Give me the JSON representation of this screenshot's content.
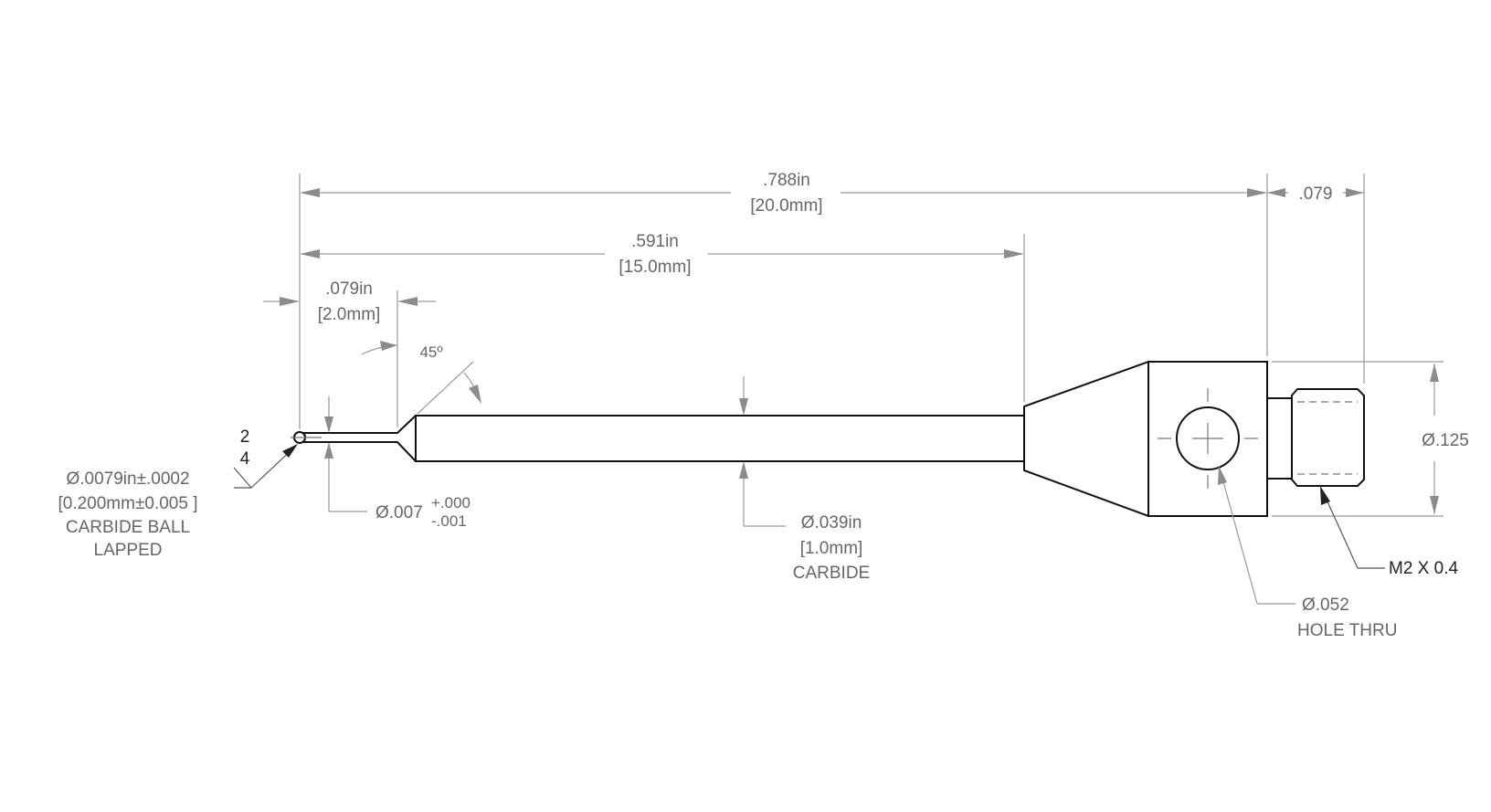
{
  "dimensions": {
    "overall_length_in": ".788in",
    "overall_length_mm": "[20.0mm]",
    "stem_length_in": ".591in",
    "stem_length_mm": "[15.0mm]",
    "tip_length_in": ".079in",
    "tip_length_mm": "[2.0mm]",
    "thread_length": ".079",
    "taper_angle": "45º",
    "ball_diameter_in": "Ø.0079in±.0002",
    "ball_diameter_mm": "[0.200mm±0.005 ]",
    "ball_material": "CARBIDE BALL",
    "ball_finish": "LAPPED",
    "grade_top": "2",
    "grade_bottom": "4",
    "tip_diameter": "Ø.007",
    "tip_tol_plus": "+.000",
    "tip_tol_minus": "-.001",
    "stem_diameter_in": "Ø.039in",
    "stem_diameter_mm": "[1.0mm]",
    "stem_material": "CARBIDE",
    "body_diameter": "Ø.125",
    "hole_diameter": "Ø.052",
    "hole_note": "HOLE THRU",
    "thread_spec": "M2 X 0.4"
  }
}
